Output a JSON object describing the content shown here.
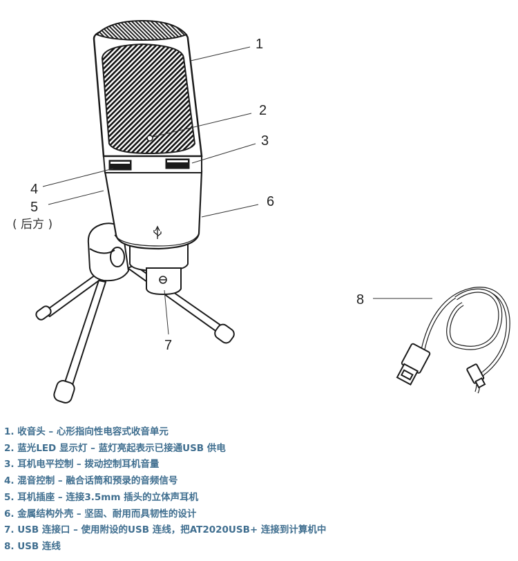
{
  "callouts": {
    "c1": "1",
    "c2": "2",
    "c3": "3",
    "c4": "4",
    "c5": "5",
    "c5_note": "( 后方 )",
    "c6": "6",
    "c7": "7",
    "c8": "8"
  },
  "legend": [
    "1. 收音头 – 心形指向性电容式收音单元",
    "2. 蓝光LED 显示灯 – 蓝灯亮起表示已接通USB 供电",
    "3. 耳机电平控制 – 拨动控制耳机音量",
    "4. 混音控制 – 融合话筒和预录的音频信号",
    "5. 耳机插座 – 连接3.5mm 插头的立体声耳机",
    "6. 金属结构外壳 – 坚固、耐用而具韧性的设计",
    "7. USB 连接口 – 使用附设的USB 连线，把AT2020USB+ 连接到计算机中",
    "8. USB 连线"
  ],
  "colors": {
    "legend_text": "#3f6e8f",
    "line_art": "#1a1a1a"
  }
}
